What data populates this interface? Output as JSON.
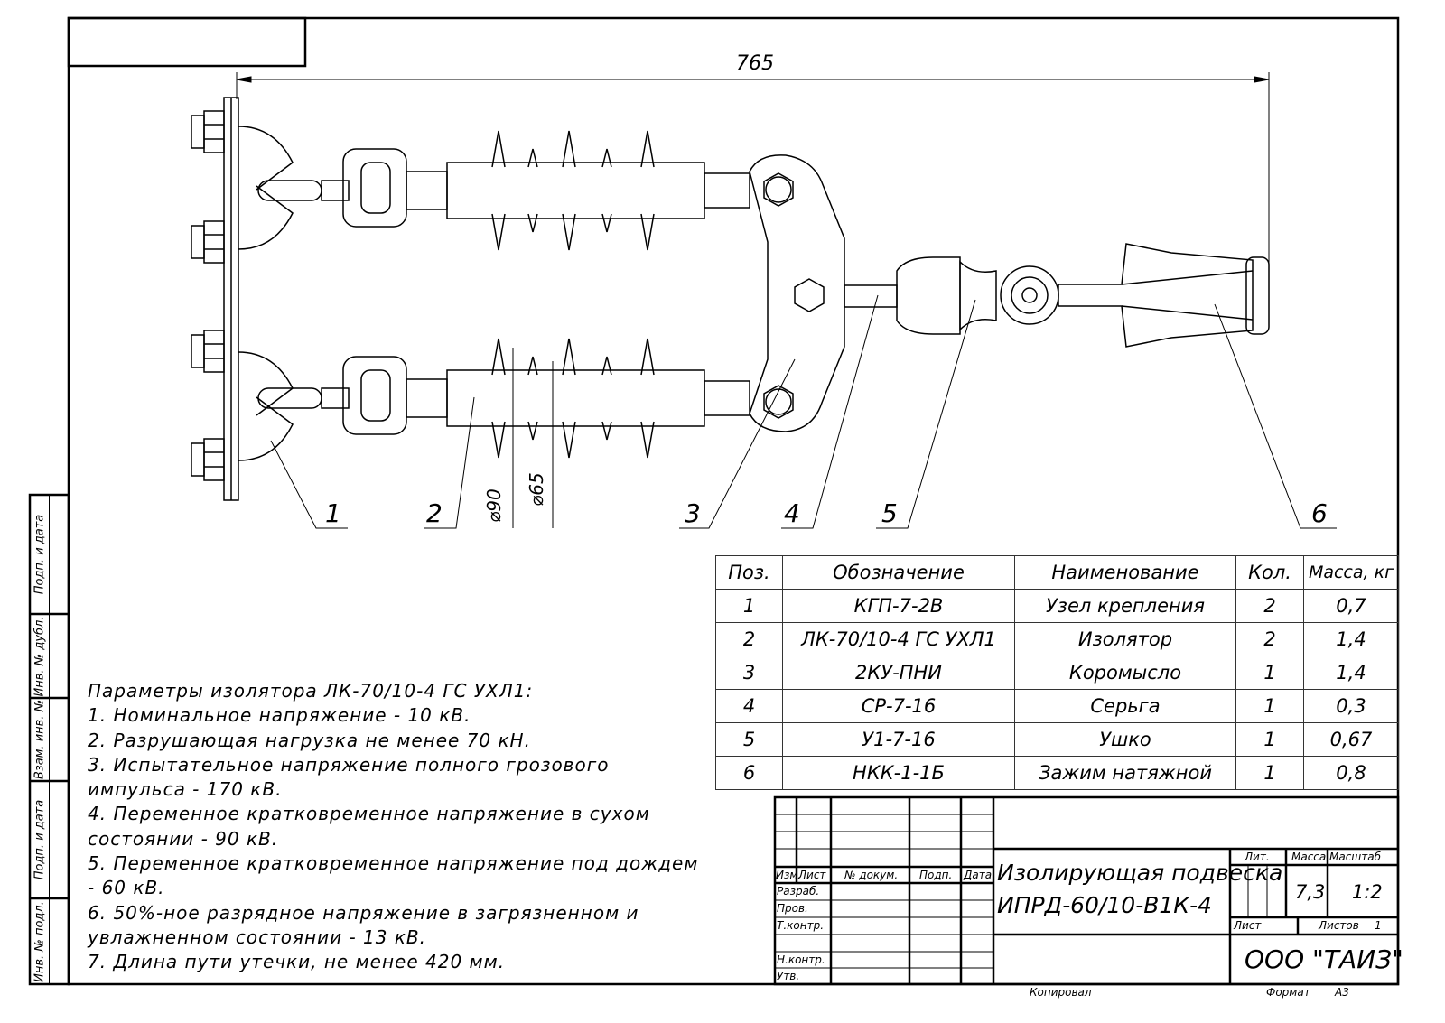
{
  "drawing": {
    "dimension_overall": "765",
    "dimension_d90": "⌀90",
    "dimension_d65": "⌀65",
    "callouts": [
      "1",
      "2",
      "3",
      "4",
      "5",
      "6"
    ]
  },
  "spec_table": {
    "headers": [
      "Поз.",
      "Обозначение",
      "Наименование",
      "Кол.",
      "Масса, кг"
    ],
    "rows": [
      [
        "1",
        "КГП-7-2В",
        "Узел крепления",
        "2",
        "0,7"
      ],
      [
        "2",
        "ЛК-70/10-4 ГС УХЛ1",
        "Изолятор",
        "2",
        "1,4"
      ],
      [
        "3",
        "2КУ-ПНИ",
        "Коромысло",
        "1",
        "1,4"
      ],
      [
        "4",
        "СР-7-16",
        "Серьга",
        "1",
        "0,3"
      ],
      [
        "5",
        "У1-7-16",
        "Ушко",
        "1",
        "0,67"
      ],
      [
        "6",
        "НКК-1-1Б",
        "Зажим натяжной",
        "1",
        "0,8"
      ]
    ]
  },
  "notes": [
    "Параметры изолятора ЛК-70/10-4 ГС УХЛ1:",
    "1. Номинальное напряжение - 10 кВ.",
    "2. Разрушающая нагрузка не менее 70 кН.",
    "3. Испытательное напряжение полного грозового",
    "импульса - 170 кВ.",
    "4. Переменное кратковременное напряжение  в сухом",
    "состоянии - 90 кВ.",
    "5. Переменное кратковременное напряжение под дождем",
    "- 60 кВ.",
    "6. 50%-ное разрядное напряжение в загрязненном и",
    "увлажненном состоянии - 13 кВ.",
    "7. Длина пути утечки, не менее 420 мм."
  ],
  "side_strip": [
    "Подп. и дата",
    "Инв. № дубл.",
    "Взам. инв. №",
    "Подп. и дата",
    "Инв. № подл."
  ],
  "title_block": {
    "col_headers": [
      "Изм.",
      "Лист",
      "№ докум.",
      "Подп.",
      "Дата"
    ],
    "roles": [
      "Разраб.",
      "Пров.",
      "Т.контр.",
      "Н.контр.",
      "Утв."
    ],
    "title_line1": "Изолирующая подвеска",
    "title_line2": "ИПРД-60/10-В1К-4",
    "lit_label": "Лит.",
    "mass_label": "Масса",
    "scale_label": "Масштаб",
    "mass_value": "7,3",
    "scale_value": "1:2",
    "sheet_label": "Лист",
    "sheets_label": "Листов",
    "sheets_value": "1",
    "company": "ООО \"ТАИЗ\"",
    "copied_label": "Копировал",
    "format_label": "Формат",
    "format_value": "А3"
  }
}
